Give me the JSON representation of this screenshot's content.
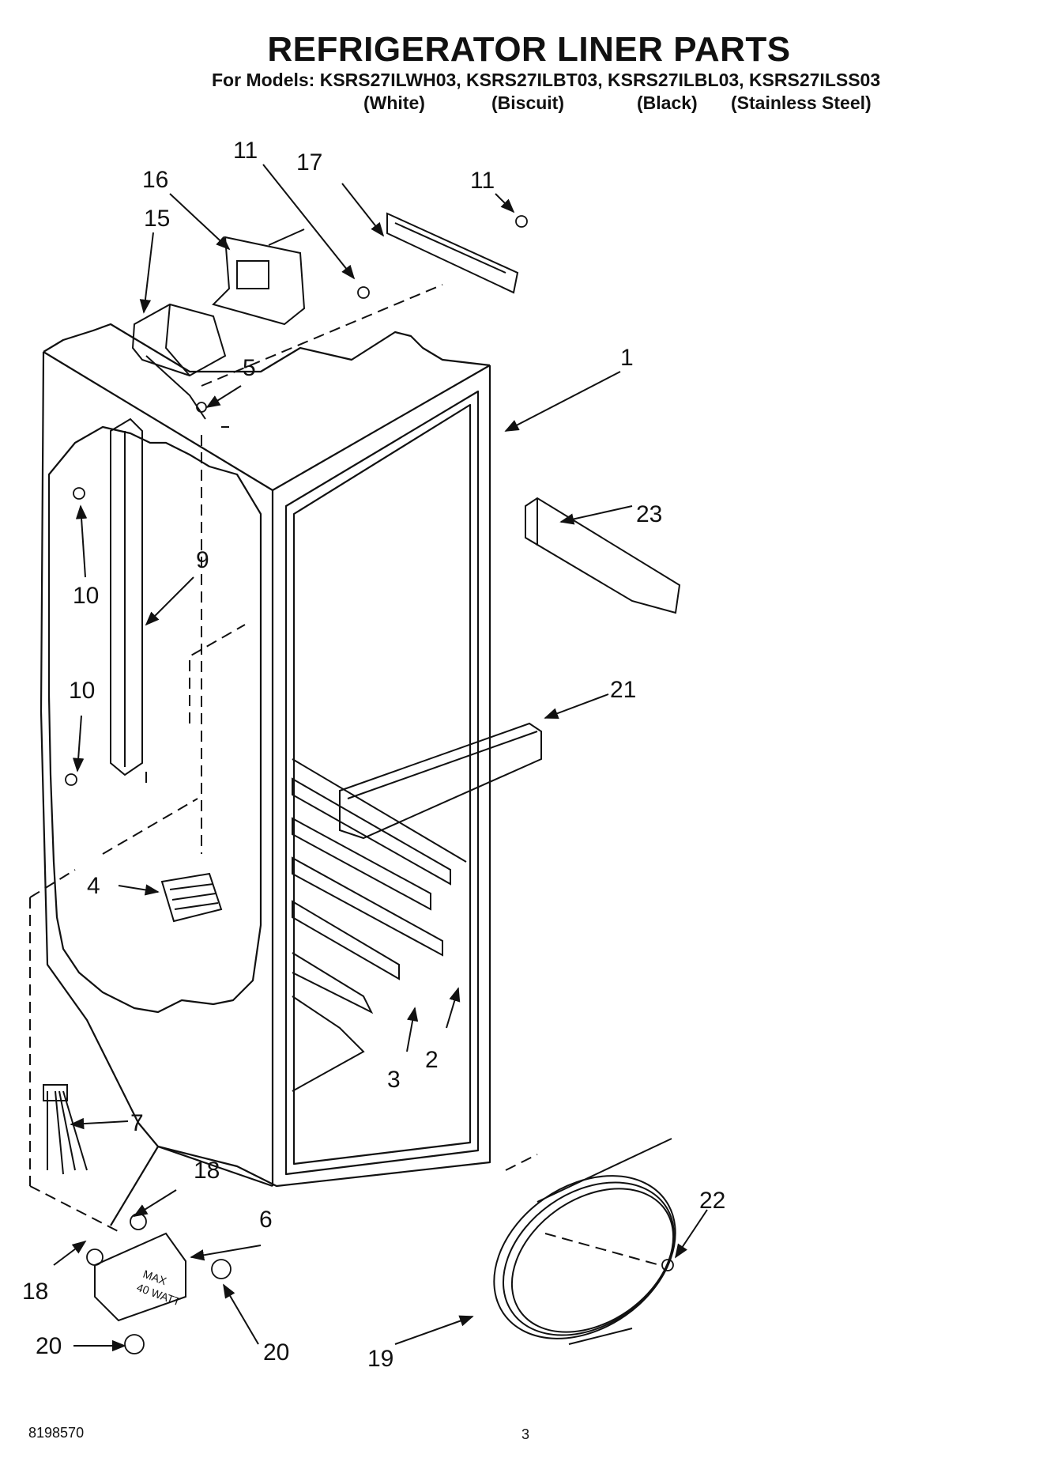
{
  "header": {
    "title": "REFRIGERATOR LINER PARTS",
    "models_line": "For Models: KSRS27ILWH03, KSRS27ILBT03, KSRS27ILBL03, KSRS27ILSS03",
    "finishes": [
      "(White)",
      "(Biscuit)",
      "(Black)",
      "(Stainless Steel)"
    ]
  },
  "callouts": {
    "c1": "1",
    "c2": "2",
    "c3": "3",
    "c4": "4",
    "c5": "5",
    "c6": "6",
    "c7": "7",
    "c9": "9",
    "c10a": "10",
    "c10b": "10",
    "c11a": "11",
    "c11b": "11",
    "c15": "15",
    "c16": "16",
    "c17": "17",
    "c18a": "18",
    "c18b": "18",
    "c19": "19",
    "c20a": "20",
    "c20b": "20",
    "c21": "21",
    "c22": "22",
    "c23": "23"
  },
  "lamp_label": [
    "MAX",
    "40 WATT"
  ],
  "footer": {
    "doc_number": "8198570",
    "page": "3"
  }
}
